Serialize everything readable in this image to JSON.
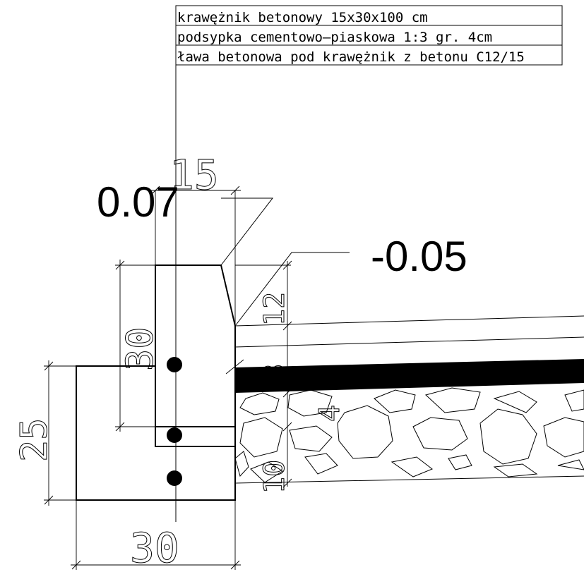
{
  "legend": {
    "items": [
      "krawężnik betonowy 15x30x100 cm",
      "podsypka cementowo–piaskowa 1:3 gr. 4cm",
      "ława betonowa pod krawężnik z betonu C12/15"
    ]
  },
  "elevations": {
    "curb_top": "0.07",
    "road_surface": "-0.05"
  },
  "dimensions": {
    "curb_width": "15",
    "curb_height": "30",
    "foundation_height": "25",
    "foundation_width": "30",
    "curb_exposure": "12",
    "layer_upper": "8",
    "layer_middle": "4",
    "layer_lower": "10"
  },
  "colors": {
    "line": "#000000",
    "background": "#ffffff"
  }
}
